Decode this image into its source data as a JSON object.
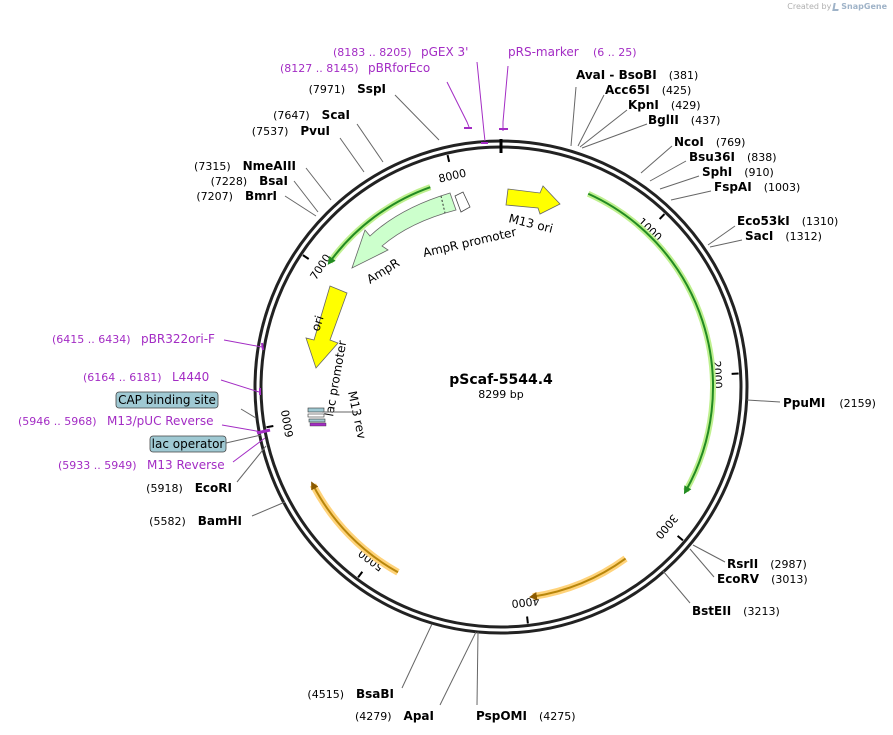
{
  "credit": {
    "prefix": "Created by",
    "brand": "SnapGene",
    "icon": "snapgene-logo-icon"
  },
  "plasmid": {
    "name": "pScaf-5544.4",
    "size_label": "8299 bp",
    "length": 8299
  },
  "ticks": [
    {
      "pos": 1000,
      "label": "1000"
    },
    {
      "pos": 2000,
      "label": "2000"
    },
    {
      "pos": 3000,
      "label": "3000"
    },
    {
      "pos": 4000,
      "label": "4000"
    },
    {
      "pos": 5000,
      "label": "5000"
    },
    {
      "pos": 6000,
      "label": "6000"
    },
    {
      "pos": 7000,
      "label": "7000"
    },
    {
      "pos": 8000,
      "label": "8000"
    }
  ],
  "sites": [
    {
      "name": "AvaI",
      "suffix": " - BsoBI",
      "pos_label": "(381)",
      "pos": 381,
      "side": "right"
    },
    {
      "name": "Acc65I",
      "pos_label": "(425)",
      "pos": 425,
      "side": "right"
    },
    {
      "name": "KpnI",
      "pos_label": "(429)",
      "pos": 429,
      "side": "right"
    },
    {
      "name": "BglII",
      "pos_label": "(437)",
      "pos": 437,
      "side": "right"
    },
    {
      "name": "NcoI",
      "pos_label": "(769)",
      "pos": 769,
      "side": "right"
    },
    {
      "name": "Bsu36I",
      "pos_label": "(838)",
      "pos": 838,
      "side": "right"
    },
    {
      "name": "SphI",
      "pos_label": "(910)",
      "pos": 910,
      "side": "right"
    },
    {
      "name": "FspAI",
      "pos_label": "(1003)",
      "pos": 1003,
      "side": "right"
    },
    {
      "name": "Eco53kI",
      "pos_label": "(1310)",
      "pos": 1310,
      "side": "right"
    },
    {
      "name": "SacI",
      "pos_label": "(1312)",
      "pos": 1312,
      "side": "right"
    },
    {
      "name": "PpuMI",
      "pos_label": "(2159)",
      "pos": 2159,
      "side": "right"
    },
    {
      "name": "RsrII",
      "pos_label": "(2987)",
      "pos": 2987,
      "side": "right"
    },
    {
      "name": "EcoRV",
      "pos_label": "(3013)",
      "pos": 3013,
      "side": "right"
    },
    {
      "name": "BstEII",
      "pos_label": "(3213)",
      "pos": 3213,
      "side": "right"
    },
    {
      "name": "PspOMI",
      "pos_label": "(4275)",
      "pos": 4275,
      "side": "right"
    },
    {
      "name": "ApaI",
      "pos_label": "(4279)",
      "pos": 4279,
      "side": "left"
    },
    {
      "name": "BsaBI",
      "pos_label": "(4515)",
      "pos": 4515,
      "side": "left"
    },
    {
      "name": "BamHI",
      "pos_label": "(5582)",
      "pos": 5582,
      "side": "left"
    },
    {
      "name": "EcoRI",
      "pos_label": "(5918)",
      "pos": 5918,
      "side": "left"
    },
    {
      "name": "BmrI",
      "pos_label": "(7207)",
      "pos": 7207,
      "side": "left"
    },
    {
      "name": "BsaI",
      "pos_label": "(7228)",
      "pos": 7228,
      "side": "left"
    },
    {
      "name": "NmeAIII",
      "pos_label": "(7315)",
      "pos": 7315,
      "side": "left"
    },
    {
      "name": "PvuI",
      "pos_label": "(7537)",
      "pos": 7537,
      "side": "left"
    },
    {
      "name": "ScaI",
      "pos_label": "(7647)",
      "pos": 7647,
      "side": "left"
    },
    {
      "name": "SspI",
      "pos_label": "(7971)",
      "pos": 7971,
      "side": "left"
    }
  ],
  "primers": [
    {
      "name": "pRS-marker",
      "range_label": "(6 .. 25)",
      "start": 6,
      "end": 25
    },
    {
      "name": "pGEX 3'",
      "range_label": "(8183 .. 8205)",
      "start": 8183,
      "end": 8205
    },
    {
      "name": "pBRforEco",
      "range_label": "(8127 .. 8145)",
      "start": 8127,
      "end": 8145
    },
    {
      "name": "pBR322ori-F",
      "range_label": "(6415 .. 6434)",
      "start": 6415,
      "end": 6434
    },
    {
      "name": "L4440",
      "range_label": "(6164 .. 6181)",
      "start": 6164,
      "end": 6181
    },
    {
      "name": "M13/pUC Reverse",
      "range_label": "(5946 .. 5968)",
      "start": 5946,
      "end": 5968
    },
    {
      "name": "M13 Reverse",
      "range_label": "(5933 .. 5949)",
      "start": 5933,
      "end": 5949
    }
  ],
  "boxed_features": [
    {
      "name": "CAP binding site",
      "color": "#9fc9d3"
    },
    {
      "name": "lac operator",
      "color": "#9fc9d3"
    }
  ],
  "features": [
    {
      "name": "M13 ori",
      "type": "rep_origin",
      "color": "#ffff00"
    },
    {
      "name": "AmpR promoter",
      "type": "promoter",
      "color": "#ffffff"
    },
    {
      "name": "AmpR",
      "type": "cds",
      "color": "#ccffcc"
    },
    {
      "name": "ori",
      "type": "rep_origin",
      "color": "#ffff00"
    },
    {
      "name": "lac promoter",
      "type": "promoter",
      "color": "#ffffff"
    },
    {
      "name": "M13 rev",
      "type": "primer_bind",
      "color": "#ffffff"
    }
  ],
  "colors": {
    "primer": "#a32cc4",
    "green_arc": "#228b22",
    "green_glow": "#bff08f",
    "orange_arc": "#b8860b",
    "orange_glow": "#ffd37a",
    "backbone": "#222222"
  }
}
